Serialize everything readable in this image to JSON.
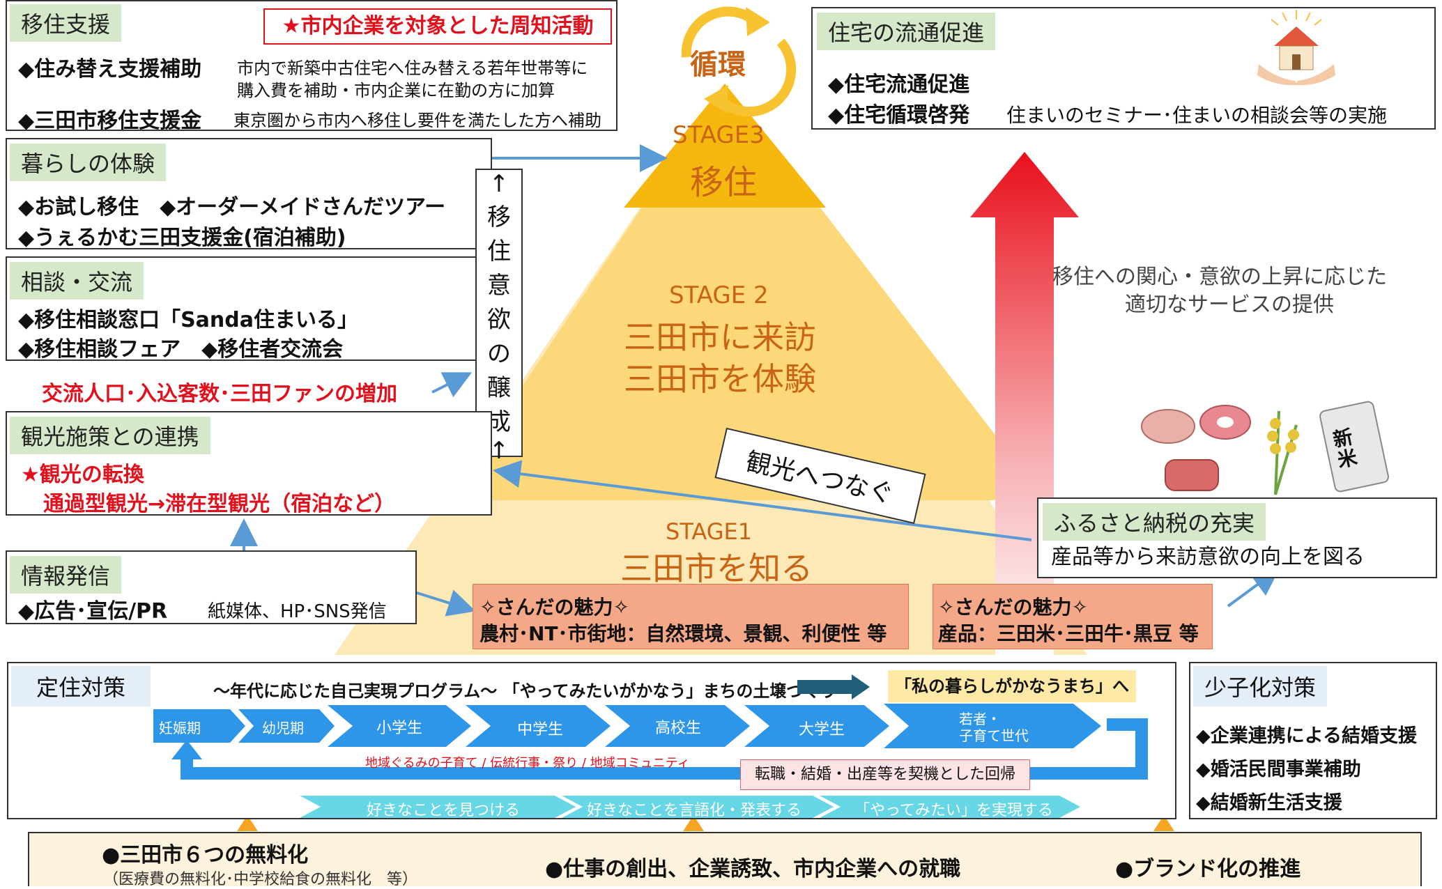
{
  "iju_shien": {
    "title": "移住支援",
    "notice": "★市内企業を対象とした周知活動",
    "item1_label": "◆住み替え支援補助",
    "item1_desc_1": "市内で新築中古住宅へ住み替える若年世帯等に",
    "item1_desc_2": "購入費を補助・市内企業に在勤の方に加算",
    "item2_label": "◆三田市移住支援金",
    "item2_desc": "東京圏から市内へ移住し要件を満たした方へ補助"
  },
  "kurashi": {
    "title": "暮らしの体験",
    "line1": "◆お試し移住　◆オーダーメイドさんだツアー",
    "line2": "◆うぇるかむ三田支援金(宿泊補助)"
  },
  "soudan": {
    "title": "相談・交流",
    "line1": "◆移住相談窓口「Sanda住まいる」",
    "line2": "◆移住相談フェア　◆移住者交流会"
  },
  "koryu_increase": "交流人口･入込客数･三田ファンの増加",
  "kanko": {
    "title": "観光施策との連携",
    "line1": "★観光の転換",
    "line2": "通過型観光→滞在型観光（宿泊など）"
  },
  "joho": {
    "title": "情報発信",
    "label": "◆広告･宣伝/PR",
    "desc": "紙媒体、HP･SNS発信"
  },
  "vertical_label": [
    "↑",
    "移",
    "住",
    "意",
    "欲",
    "の",
    "醸",
    "成",
    "↑"
  ],
  "cycle_label": "循環",
  "pyramid": {
    "stage3_title": "STAGE3",
    "stage3_text": "移住",
    "stage2_title": "STAGE 2",
    "stage2_text1": "三田市に来訪",
    "stage2_text2": "三田市を体験",
    "stage1_title": "STAGE1",
    "stage1_text": "三田市を知る"
  },
  "kanko_tsunagu": "観光へつなぐ",
  "miryoku_left": {
    "title": "さんだの魅力",
    "text": "農村･NT･市街地：自然環境、景観、利便性 等"
  },
  "miryoku_right": {
    "title": "さんだの魅力",
    "text": "産品：三田米･三田牛･黒豆 等"
  },
  "jutaku": {
    "title": "住宅の流通促進",
    "line1": "◆住宅流通促進",
    "line2_label": "◆住宅循環啓発",
    "line2_desc": "住まいのセミナー･住まいの相談会等の実施"
  },
  "arrow_caption_1": "移住への関心・意欲の上昇に応じた",
  "arrow_caption_2": "適切なサービスの提供",
  "furusato": {
    "title": "ふるさと納税の充実",
    "text": "産品等から来訪意欲の向上を図る"
  },
  "rice_bag_text": "新米",
  "teiju": {
    "title": "定住対策",
    "program": "～年代に応じた自己実現プログラム～ 「やってみたいがかなう」まちの土壌づくり",
    "goal": "「私の暮らしがかなうまち」へ",
    "stages": [
      "妊娠期",
      "幼児期",
      "小学生",
      "中学生",
      "高校生",
      "大学生",
      "若者・",
      "子育て世代"
    ],
    "community": "地域ぐるみの子育て / 伝統行事・祭り / 地域コミュニティ",
    "return": "転職・結婚・出産等を契機とした回帰",
    "steps": [
      "好きなことを見つける",
      "好きなことを言語化・発表する",
      "「やってみたい」を実現する"
    ]
  },
  "shoshika": {
    "title": "少子化対策",
    "items": [
      "◆企業連携による結婚支援",
      "◆婚活民間事業補助",
      "◆結婚新生活支援"
    ]
  },
  "bottom": {
    "item1": "●三田市６つの無料化",
    "item1_sub": "（医療費の無料化･中学校給食の無料化　等）",
    "item2": "●仕事の創出、企業誘致、市内企業への就職",
    "item3": "●ブランド化の推進"
  },
  "colors": {
    "tag_green": "#d5e8c9",
    "red_text": "#e0101c",
    "orange_text": "#c86414",
    "stage3_fill": "#f6b80f",
    "stage2_fill": "#fcd87a",
    "stage1_fill": "#fde9b6",
    "miryoku_fill": "#f4a888",
    "blue_chevron": "#2d96e8",
    "cyan_chevron": "#67d6e5",
    "blue_arrow": "#5b9bd5"
  }
}
